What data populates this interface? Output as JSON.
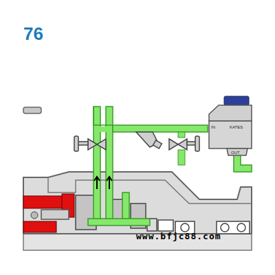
{
  "diagram": {
    "title": "76",
    "labels": [
      "IN",
      "KATES",
      "OUT",
      "www.bfjc88.com"
    ]
  }
}
